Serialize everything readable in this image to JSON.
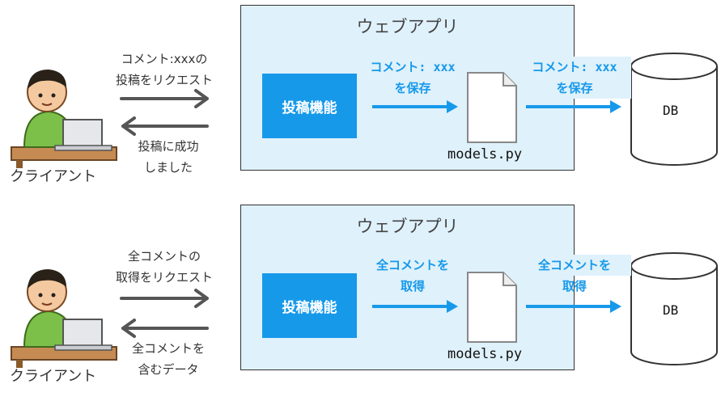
{
  "panels": [
    {
      "app_title": "ウェブアプリ",
      "feature_label": "投稿機能",
      "request_label": [
        "コメント:xxxの",
        "投稿をリクエスト"
      ],
      "response_label": [
        "投稿に成功",
        "しました"
      ],
      "to_file_label": [
        "コメント: xxx",
        "を保存"
      ],
      "to_db_label": [
        "コメント: xxx",
        "を保存"
      ],
      "file_name": "models.py",
      "db_label": "DB",
      "client_label": "クライアント"
    },
    {
      "app_title": "ウェブアプリ",
      "feature_label": "投稿機能",
      "request_label": [
        "全コメントの",
        "取得をリクエスト"
      ],
      "response_label": [
        "全コメントを",
        "含むデータ"
      ],
      "to_file_label": [
        "全コメントを",
        "取得"
      ],
      "to_db_label": [
        "全コメントを",
        "取得"
      ],
      "file_name": "models.py",
      "db_label": "DB",
      "client_label": "クライアント"
    }
  ],
  "colors": {
    "accent": "#1799ea",
    "app_bg": "#dff1fb",
    "arrow_gray": "#555555"
  }
}
